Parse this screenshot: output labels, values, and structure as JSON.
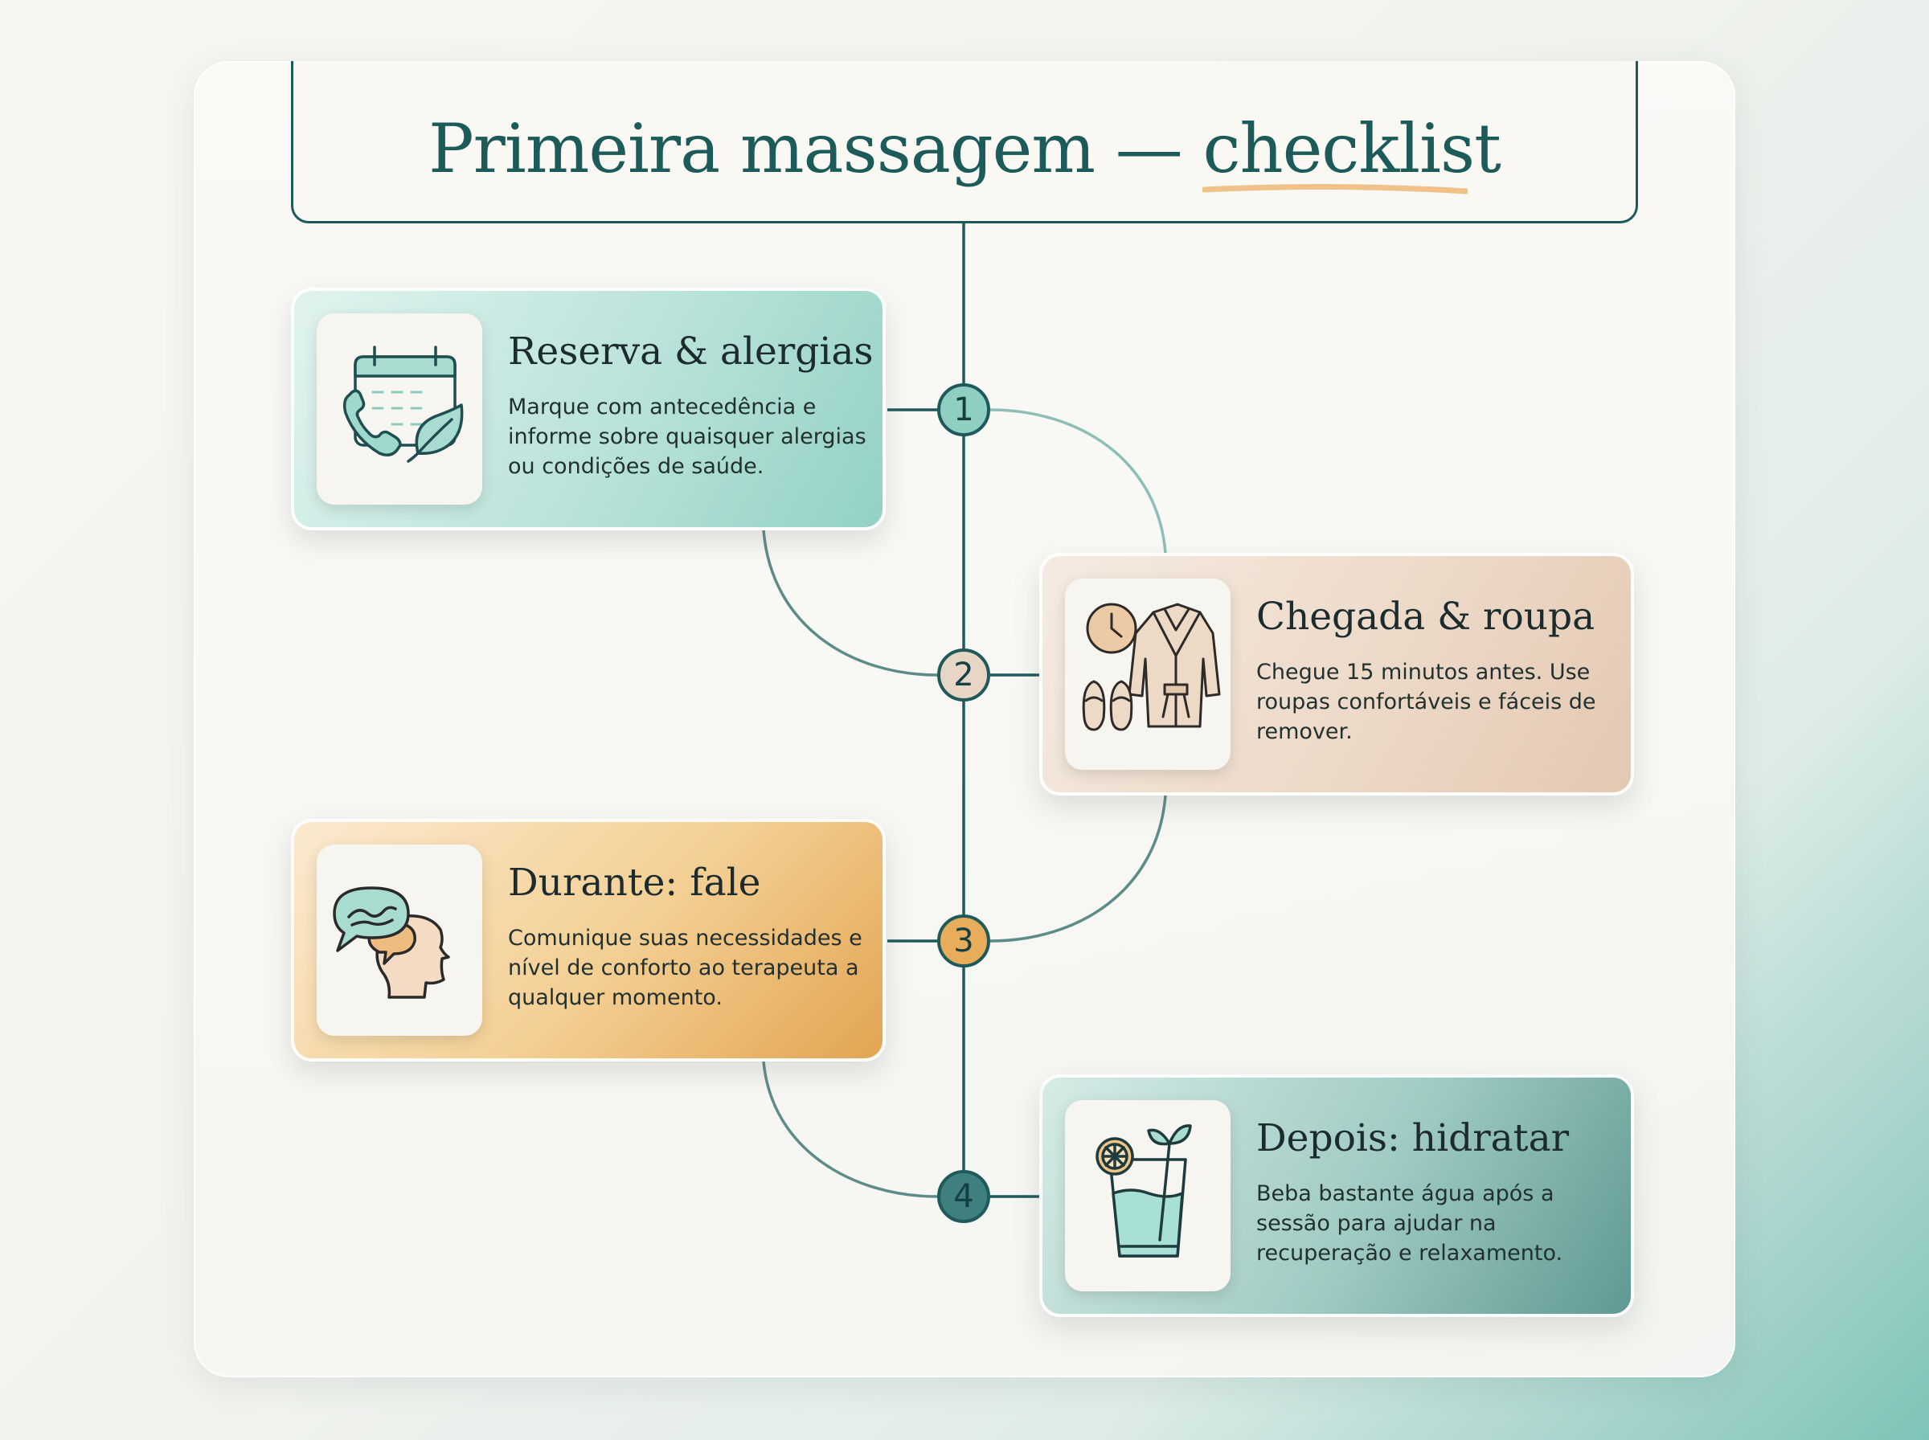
{
  "header": {
    "title_main": "Primeira massagem — ",
    "title_highlight": "checklist"
  },
  "steps": [
    {
      "number": "1",
      "title": "Reserva & alergias",
      "text": "Marque com antecedência e informe sobre quaisquer alergias ou condições de saúde.",
      "icon": "calendar-phone-leaf-icon"
    },
    {
      "number": "2",
      "title": "Chegada & roupa",
      "text": "Chegue 15 minutos antes. Use roupas confortáveis e fáceis de remover.",
      "icon": "clock-robe-slippers-icon"
    },
    {
      "number": "3",
      "title": "Durante: fale",
      "text": "Comunique suas necessidades e nível de conforto ao terapeuta a qualquer momento.",
      "icon": "speech-bubbles-head-icon"
    },
    {
      "number": "4",
      "title": "Depois: hidratar",
      "text": "Beba bastante água após a sessão para ajudar na recuperação e relaxamento.",
      "icon": "water-glass-lemon-icon"
    }
  ],
  "colors": {
    "line": "#1e5a5b",
    "step1": "#8fcfc2",
    "step2": "#e7d5c5",
    "step3": "#e8ad5a",
    "step4": "#3f7f7e",
    "title": "#1d5b5b",
    "underline": "#f0c28a"
  }
}
